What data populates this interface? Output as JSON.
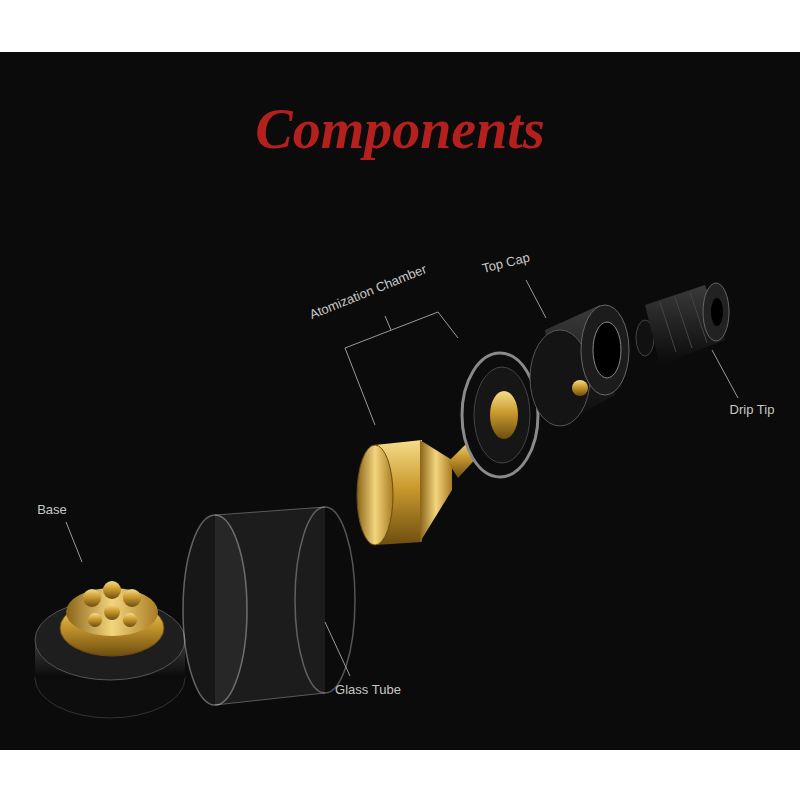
{
  "diagram": {
    "title": "Components",
    "labels": [
      "Atomization Chamber",
      "Top Cap",
      "Drip Tip",
      "Base",
      "Glass Tube"
    ]
  }
}
